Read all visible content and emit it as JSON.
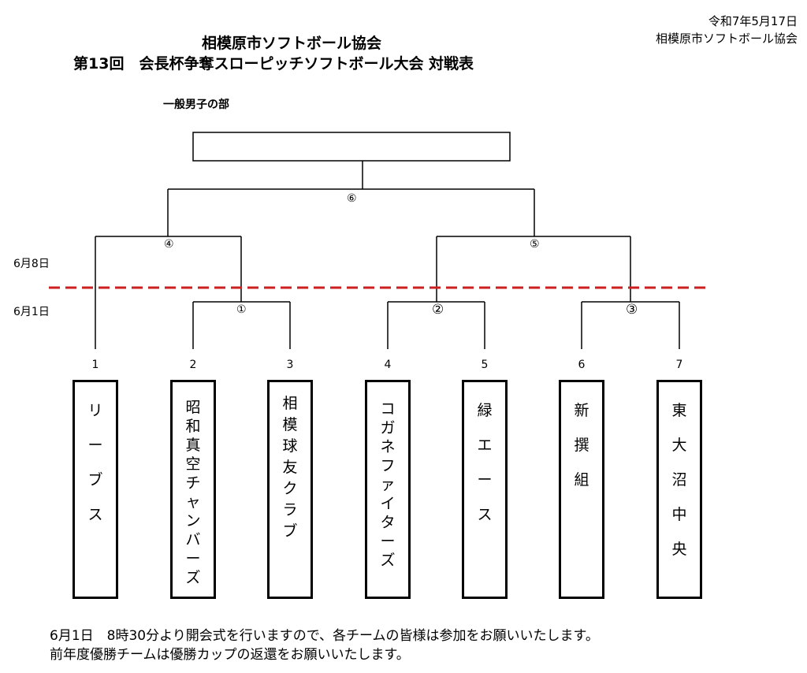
{
  "header": {
    "date": "令和7年5月17日",
    "issuer": "相模原市ソフトボール協会",
    "title_line1": "相模原市ソフトボール協会",
    "title_line2": "第13回　会長杯争奪スローピッチソフトボール大会 対戦表"
  },
  "category": "一般男子の部",
  "days": {
    "round2": "6月8日",
    "round1": "6月1日"
  },
  "matches": [
    {
      "id": "1",
      "label": "①"
    },
    {
      "id": "2",
      "label": "②"
    },
    {
      "id": "3",
      "label": "③"
    },
    {
      "id": "4",
      "label": "④"
    },
    {
      "id": "5",
      "label": "⑤"
    },
    {
      "id": "6",
      "label": "⑥"
    }
  ],
  "teams": [
    {
      "num": "1",
      "name": [
        "リ",
        "ー",
        "ブ",
        "ス"
      ]
    },
    {
      "num": "2",
      "name": [
        "昭",
        "和",
        "真",
        "空",
        "チ",
        "ャ",
        "ン",
        "バ",
        "ー",
        "ズ"
      ]
    },
    {
      "num": "3",
      "name": [
        "相",
        "模",
        "球",
        "友",
        "ク",
        "ラ",
        "ブ"
      ]
    },
    {
      "num": "4",
      "name": [
        "コ",
        "ガ",
        "ネ",
        "フ",
        "ァ",
        "イ",
        "タ",
        "ー",
        "ズ"
      ]
    },
    {
      "num": "5",
      "name": [
        "緑",
        "エ",
        "ー",
        "ス"
      ]
    },
    {
      "num": "6",
      "name": [
        "新",
        "撰",
        "組"
      ]
    },
    {
      "num": "7",
      "name": [
        "東",
        "大",
        "沼",
        "中",
        "央"
      ]
    }
  ],
  "notes": {
    "line1": "6月1日　8時30分より開会式を行いますので、各チームの皆様は参加をお願いいたします。",
    "line2": "前年度優勝チームは優勝カップの返還をお願いいたします。"
  },
  "colors": {
    "divider": "#cc1f1f",
    "lines": "#000000"
  }
}
